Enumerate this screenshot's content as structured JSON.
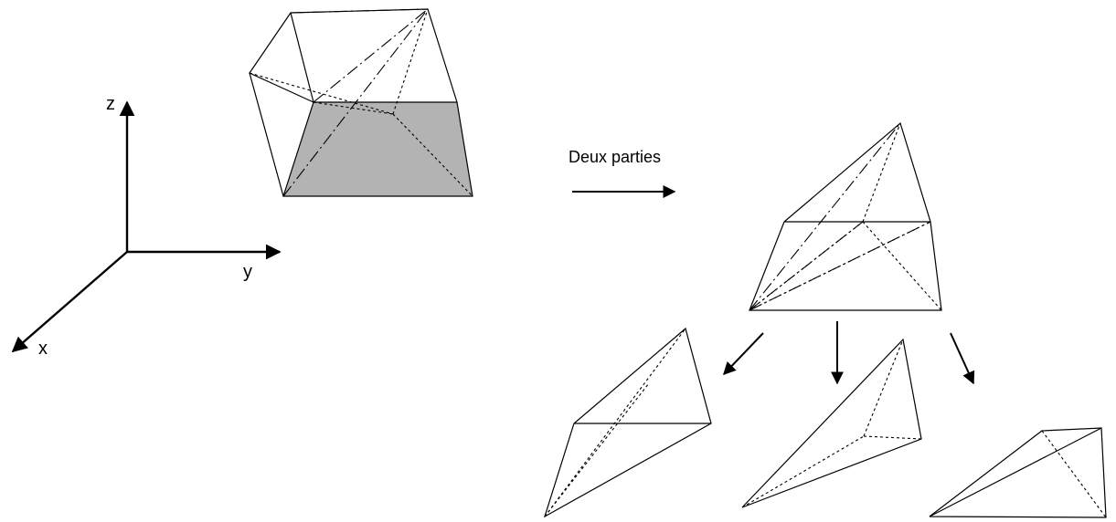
{
  "axes": {
    "z": "z",
    "y": "y",
    "x": "x"
  },
  "arrow_label": "Deux parties",
  "colors": {
    "shaded_face": "#b3b3b3",
    "line": "#000000",
    "background": "#ffffff"
  }
}
